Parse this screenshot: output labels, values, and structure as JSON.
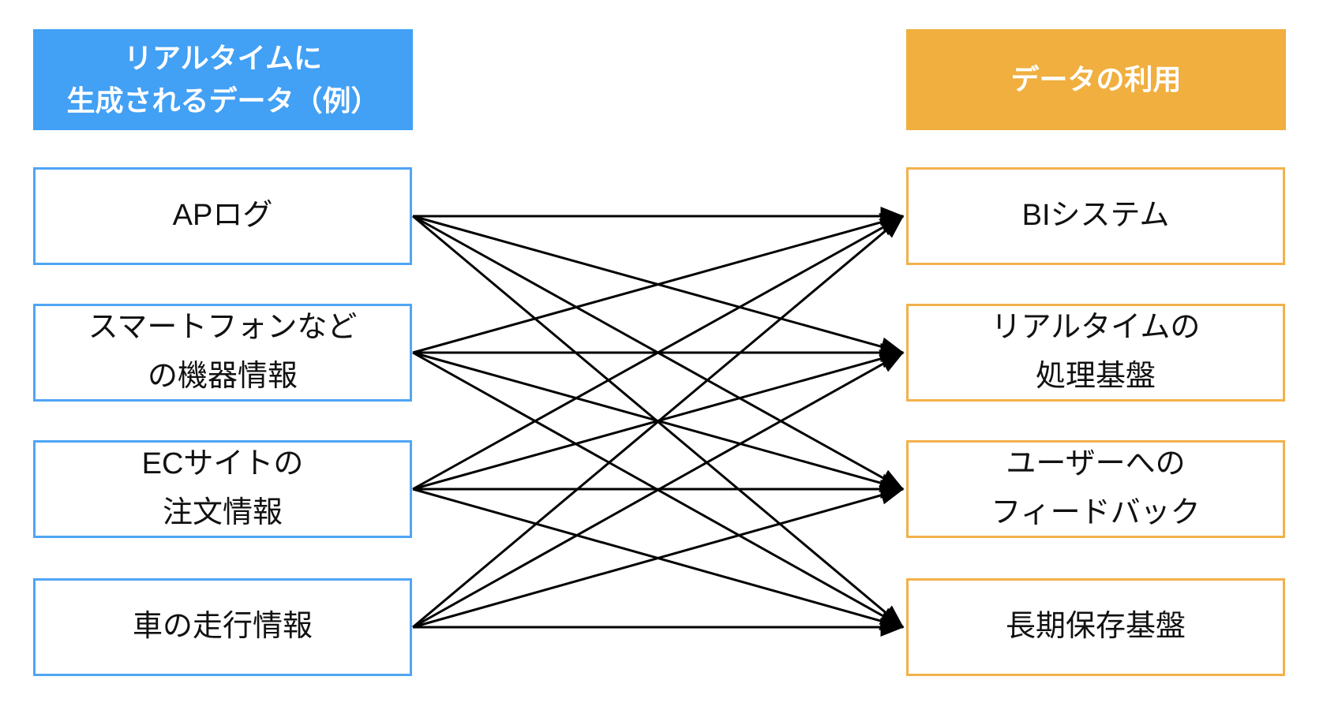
{
  "diagram": {
    "left": {
      "header": "リアルタイムに\n生成されるデータ（例）",
      "items": [
        "APログ",
        "スマートフォンなど\nの機器情報",
        "ECサイトの\n注文情報",
        "車の走行情報"
      ]
    },
    "right": {
      "header": "データの利用",
      "items": [
        "BIシステム",
        "リアルタイムの\n処理基盤",
        "ユーザーへの\nフィードバック",
        "長期保存基盤"
      ]
    },
    "connections": [
      [
        0,
        0
      ],
      [
        0,
        1
      ],
      [
        0,
        2
      ],
      [
        0,
        3
      ],
      [
        1,
        0
      ],
      [
        1,
        1
      ],
      [
        1,
        2
      ],
      [
        1,
        3
      ],
      [
        2,
        0
      ],
      [
        2,
        1
      ],
      [
        2,
        2
      ],
      [
        2,
        3
      ],
      [
        3,
        0
      ],
      [
        3,
        1
      ],
      [
        3,
        2
      ],
      [
        3,
        3
      ]
    ],
    "colors": {
      "left_header_bg": "#42a0f5",
      "left_box_border": "#4fa5f5",
      "right_header_bg": "#f0af3f",
      "right_box_border": "#f2b14c",
      "header_text": "#ffffff",
      "box_text": "#111111",
      "arrow": "#000000"
    }
  }
}
